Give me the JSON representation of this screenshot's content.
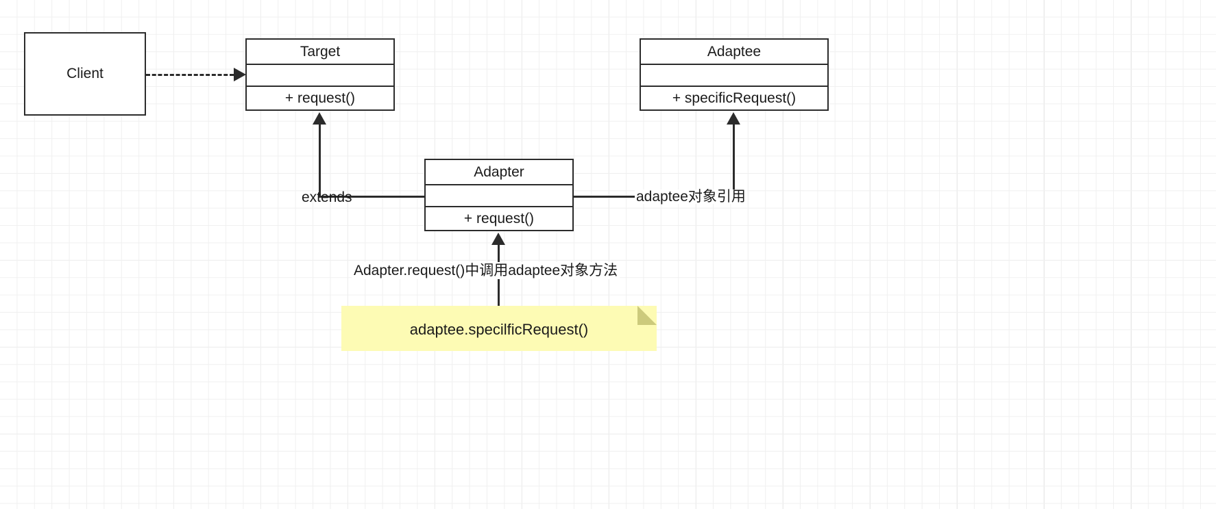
{
  "diagram": {
    "title": "Adapter Pattern UML Class Diagram",
    "background_color": "#ffffff",
    "grid_minor_color": "#f0f0f0",
    "grid_major_color": "#e4e4e4",
    "stroke_color": "#2b2b2b",
    "text_color": "#1a1a1a"
  },
  "nodes": {
    "client": {
      "label": "Client"
    },
    "target": {
      "name": "Target",
      "attributes": "",
      "operations": "+ request()"
    },
    "adaptee": {
      "name": "Adaptee",
      "attributes": "",
      "operations": "+ specificRequest()"
    },
    "adapter": {
      "name": "Adapter",
      "attributes": "",
      "operations": "+ request()"
    }
  },
  "note": {
    "text": "adaptee.specilficRequest()",
    "body_color": "#fdfbb4",
    "fold_color": "#ccca7c"
  },
  "edge_labels": {
    "extends": "extends",
    "adaptee_ref": "adaptee对象引用",
    "call_note": "Adapter.request()中调用adaptee对象方法"
  }
}
